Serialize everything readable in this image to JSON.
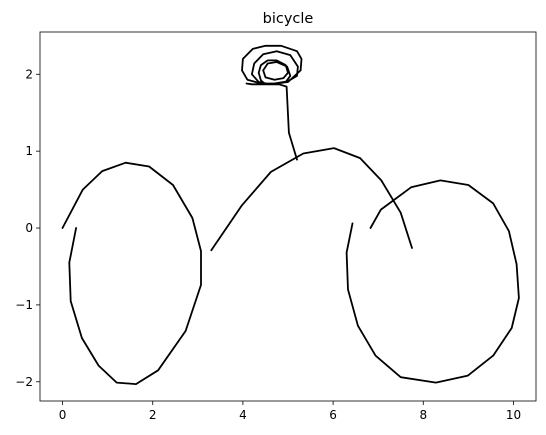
{
  "chart_data": {
    "type": "line",
    "title": "bicycle",
    "xlabel": "",
    "ylabel": "",
    "xlim": [
      -0.5,
      10.5
    ],
    "ylim": [
      -2.25,
      2.55
    ],
    "xticks": [
      0,
      2,
      4,
      6,
      8,
      10
    ],
    "yticks": [
      -2,
      -1,
      0,
      1,
      2
    ],
    "grid": false,
    "line_color": "#000000",
    "series": [
      {
        "values_xy": [
          [
            0.0,
            0.0
          ],
          [
            0.45,
            0.5
          ],
          [
            0.88,
            0.74
          ],
          [
            1.4,
            0.85
          ],
          [
            1.92,
            0.8
          ],
          [
            2.45,
            0.56
          ],
          [
            2.88,
            0.13
          ],
          [
            3.07,
            -0.3
          ],
          [
            3.07,
            -0.74
          ],
          [
            2.73,
            -1.34
          ],
          [
            2.12,
            -1.85
          ],
          [
            1.63,
            -2.03
          ],
          [
            1.2,
            -2.01
          ],
          [
            0.8,
            -1.79
          ],
          [
            0.43,
            -1.43
          ],
          [
            0.18,
            -0.95
          ],
          [
            0.15,
            -0.45
          ],
          [
            0.3,
            0.0
          ]
        ]
      },
      {
        "values_xy": [
          [
            3.3,
            -0.29
          ],
          [
            3.97,
            0.29
          ],
          [
            4.62,
            0.73
          ],
          [
            5.34,
            0.97
          ],
          [
            6.02,
            1.04
          ],
          [
            6.6,
            0.91
          ],
          [
            7.07,
            0.62
          ],
          [
            7.5,
            0.2
          ],
          [
            7.75,
            -0.26
          ]
        ]
      },
      {
        "values_xy": [
          [
            6.43,
            0.06
          ],
          [
            6.3,
            -0.32
          ],
          [
            6.33,
            -0.8
          ],
          [
            6.55,
            -1.27
          ],
          [
            6.94,
            -1.66
          ],
          [
            7.5,
            -1.94
          ],
          [
            8.28,
            -2.01
          ],
          [
            8.99,
            -1.92
          ],
          [
            9.55,
            -1.66
          ],
          [
            9.96,
            -1.3
          ],
          [
            10.12,
            -0.91
          ],
          [
            10.07,
            -0.47
          ],
          [
            9.9,
            -0.04
          ],
          [
            9.55,
            0.32
          ],
          [
            9.0,
            0.56
          ],
          [
            8.38,
            0.62
          ],
          [
            7.73,
            0.53
          ],
          [
            7.06,
            0.24
          ],
          [
            6.83,
            0.0
          ]
        ]
      },
      {
        "values_xy": [
          [
            5.2,
            0.89
          ],
          [
            5.02,
            1.24
          ],
          [
            4.97,
            1.84
          ],
          [
            4.8,
            1.87
          ],
          [
            4.5,
            1.87
          ],
          [
            4.4,
            1.92
          ],
          [
            4.35,
            2.02
          ],
          [
            4.4,
            2.12
          ],
          [
            4.55,
            2.18
          ],
          [
            4.75,
            2.18
          ],
          [
            4.95,
            2.12
          ],
          [
            5.0,
            2.02
          ],
          [
            4.9,
            1.95
          ],
          [
            4.7,
            1.93
          ],
          [
            4.5,
            1.96
          ],
          [
            4.45,
            2.05
          ],
          [
            4.55,
            2.14
          ],
          [
            4.75,
            2.16
          ],
          [
            4.98,
            2.1
          ],
          [
            5.05,
            1.98
          ],
          [
            4.95,
            1.9
          ],
          [
            4.6,
            1.87
          ],
          [
            4.35,
            1.9
          ],
          [
            4.2,
            2.0
          ],
          [
            4.25,
            2.14
          ],
          [
            4.45,
            2.26
          ],
          [
            4.75,
            2.3
          ],
          [
            5.05,
            2.25
          ],
          [
            5.22,
            2.1
          ],
          [
            5.2,
            1.98
          ],
          [
            5.0,
            1.91
          ],
          [
            4.7,
            1.88
          ],
          [
            4.4,
            1.88
          ],
          [
            4.1,
            1.93
          ],
          [
            3.98,
            2.05
          ],
          [
            4.0,
            2.2
          ],
          [
            4.22,
            2.33
          ],
          [
            4.5,
            2.37
          ],
          [
            4.85,
            2.37
          ],
          [
            5.2,
            2.3
          ],
          [
            5.3,
            2.2
          ],
          [
            5.28,
            2.05
          ],
          [
            5.0,
            1.9
          ],
          [
            4.6,
            1.87
          ],
          [
            4.2,
            1.87
          ],
          [
            4.08,
            1.88
          ]
        ]
      }
    ]
  }
}
